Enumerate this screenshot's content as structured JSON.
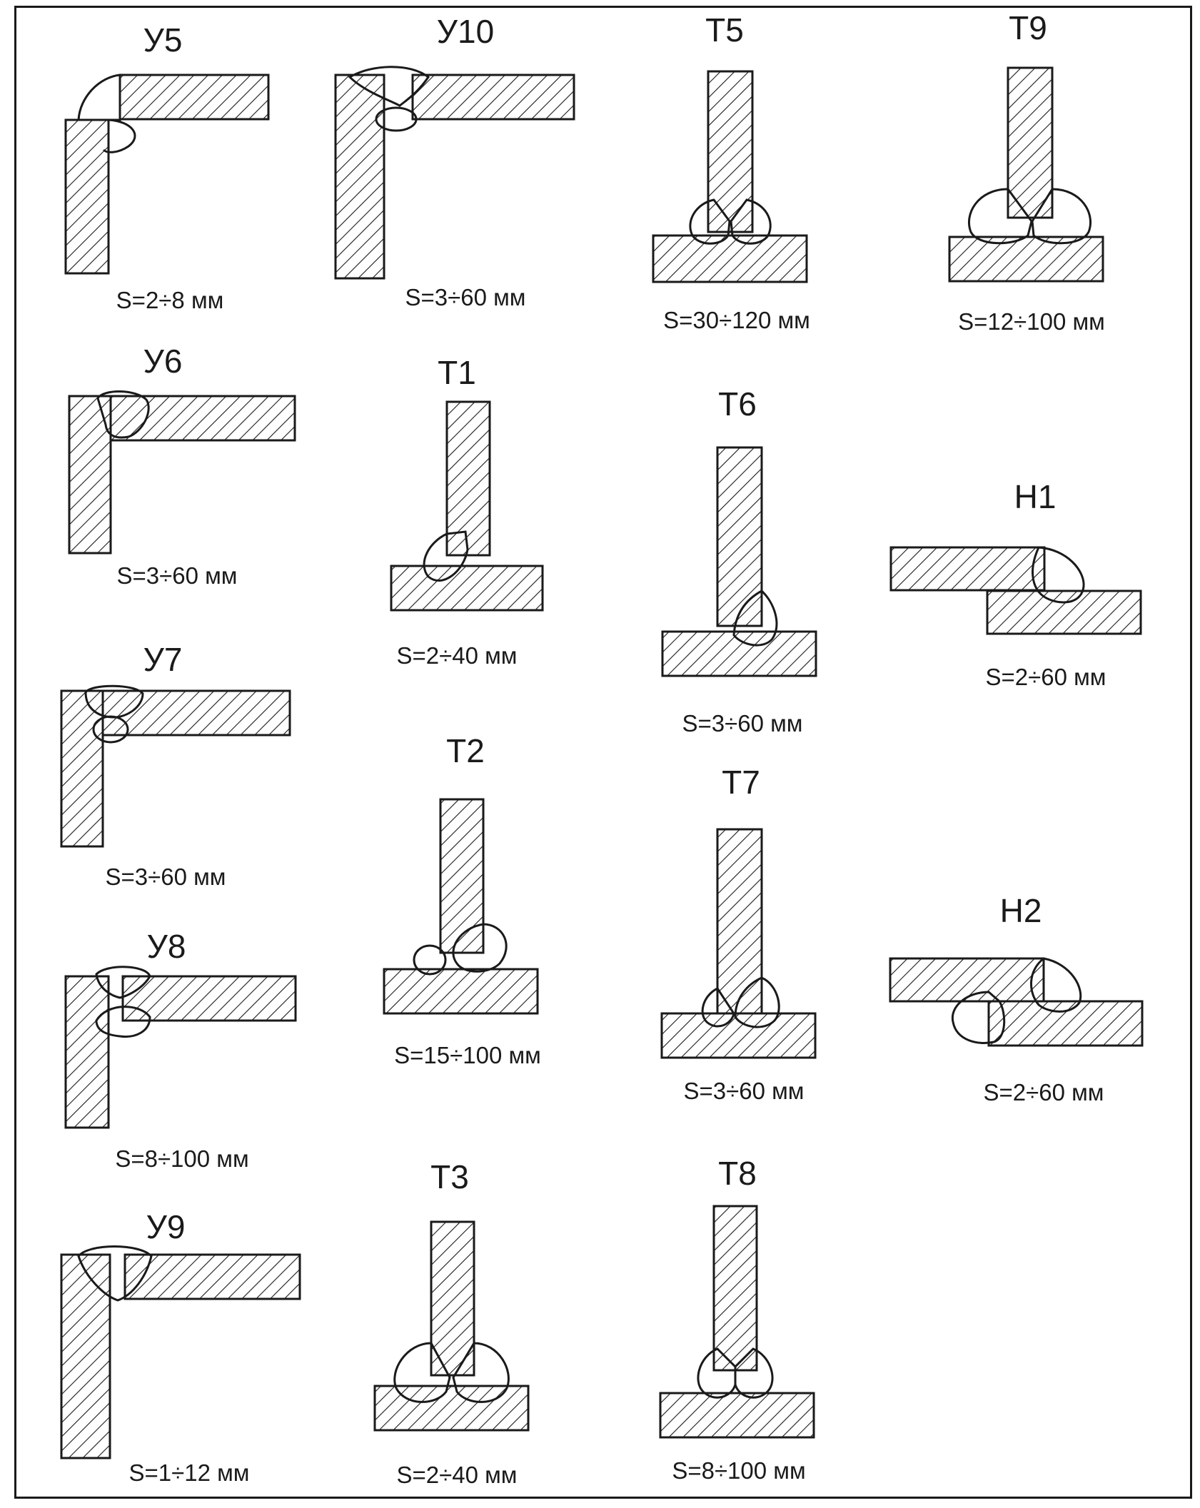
{
  "figure": {
    "joints": [
      {
        "code": "У5",
        "range": "S=2÷8 мм"
      },
      {
        "code": "У10",
        "range": "S=3÷60 мм"
      },
      {
        "code": "Т5",
        "range": "S=30÷120 мм"
      },
      {
        "code": "Т9",
        "range": "S=12÷100 мм"
      },
      {
        "code": "У6",
        "range": "S=3÷60 мм"
      },
      {
        "code": "Т1",
        "range": "S=2÷40 мм"
      },
      {
        "code": "Т6",
        "range": "S=3÷60 мм"
      },
      {
        "code": "Н1",
        "range": "S=2÷60 мм"
      },
      {
        "code": "У7",
        "range": "S=3÷60 мм"
      },
      {
        "code": "Т2",
        "range": "S=15÷100 мм"
      },
      {
        "code": "Т7",
        "range": "S=3÷60 мм"
      },
      {
        "code": "Н2",
        "range": "S=2÷60 мм"
      },
      {
        "code": "У8",
        "range": "S=8÷100 мм"
      },
      {
        "code": "У9",
        "range": "S=1÷12 мм"
      },
      {
        "code": "Т3",
        "range": "S=2÷40 мм"
      },
      {
        "code": "Т8",
        "range": "S=8÷100 мм"
      }
    ]
  }
}
